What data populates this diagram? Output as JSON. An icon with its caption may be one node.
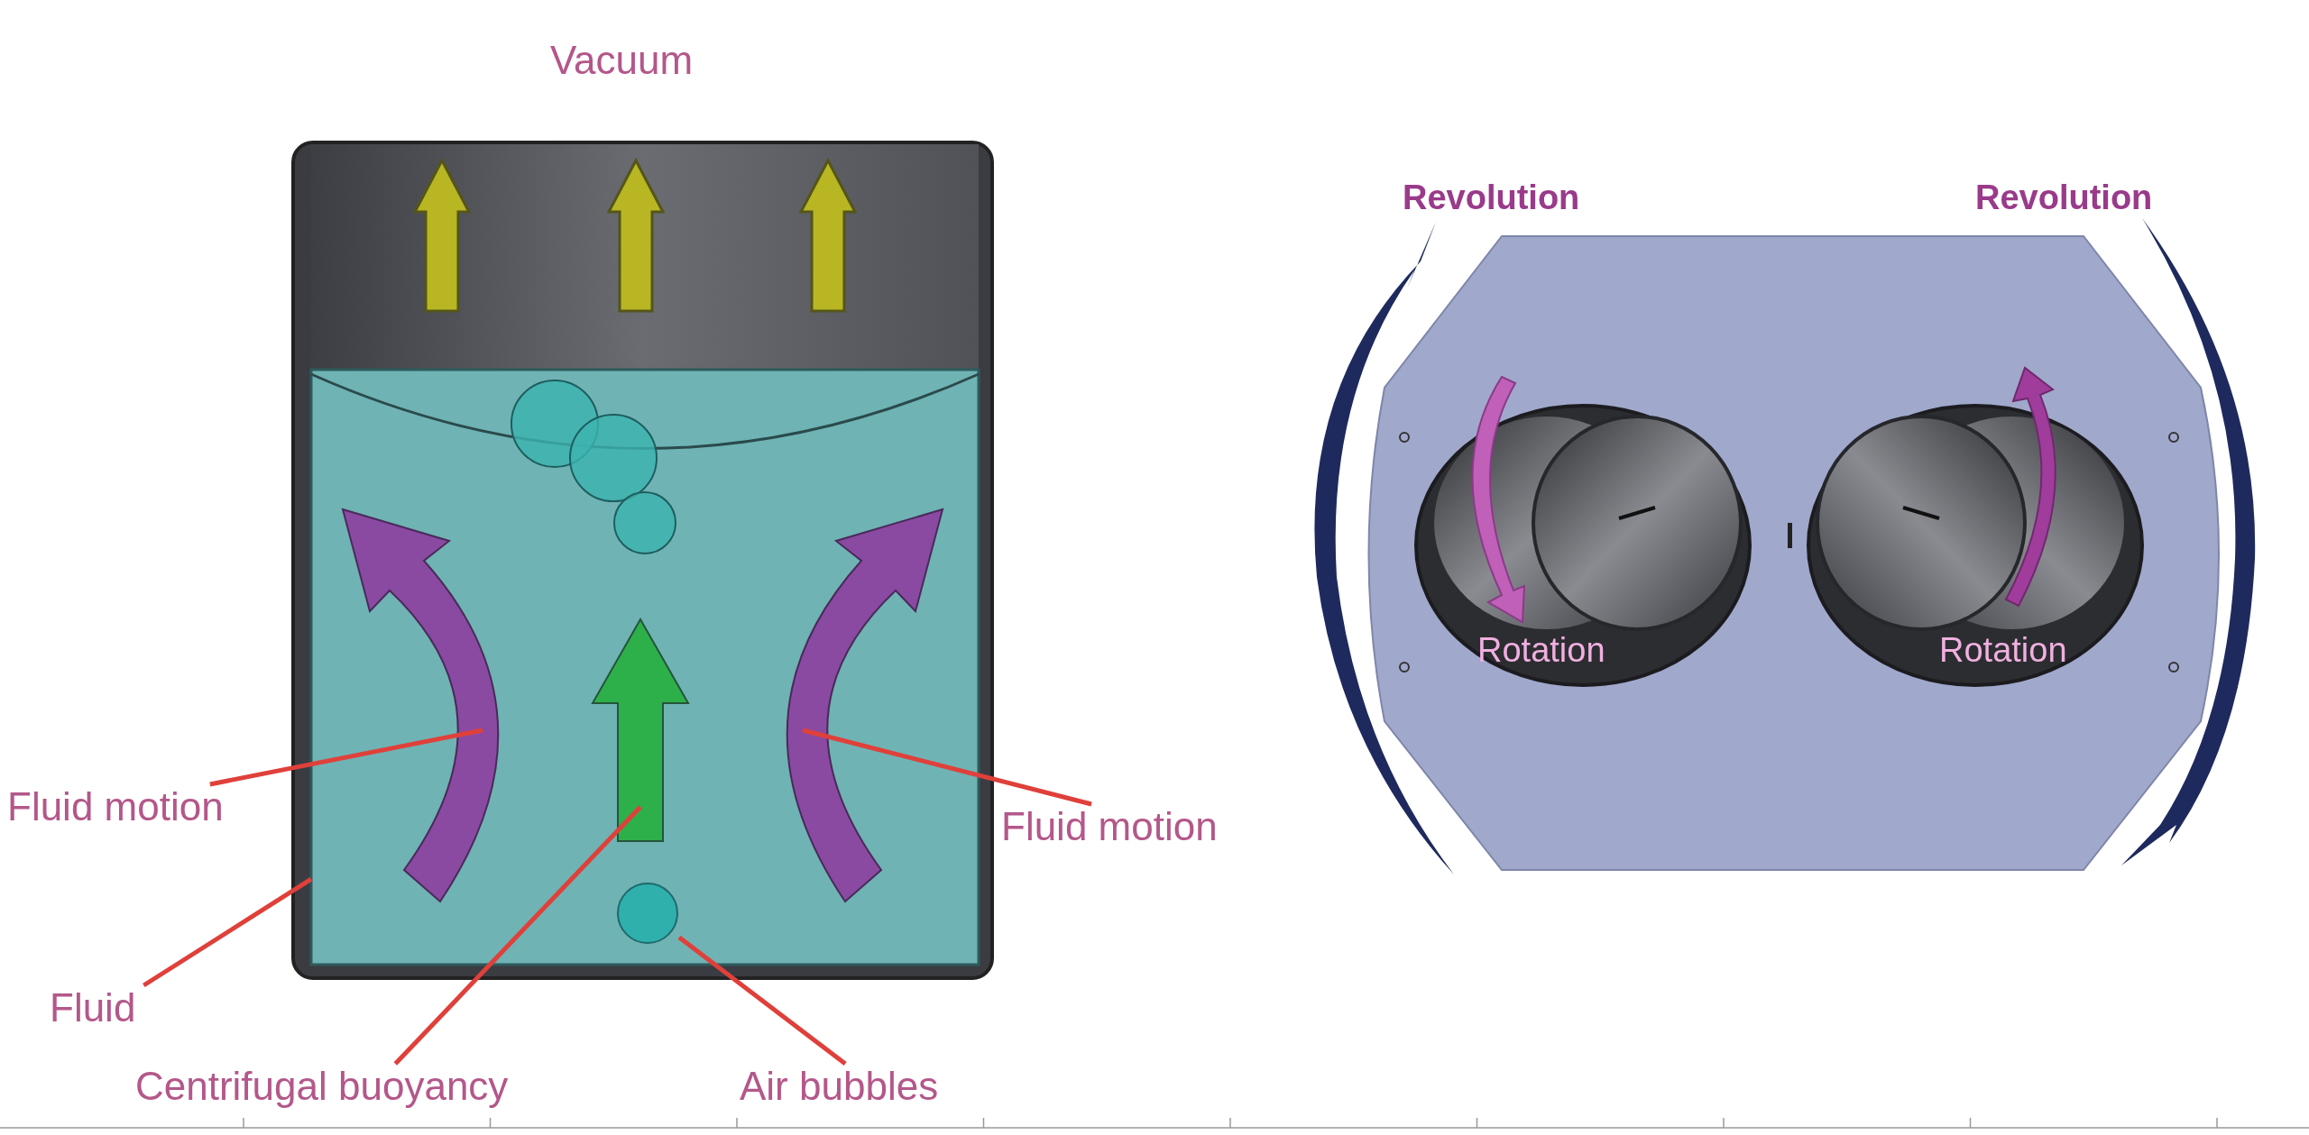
{
  "diagram": {
    "nodes": [
      {
        "text": [
          "Fluid motion"
        ]
      },
      {
        "text": [
          "Fluid"
        ]
      },
      {
        "text": [
          "Centrifugal buoyancy"
        ]
      },
      {
        "text": [
          "Air bubbles"
        ]
      },
      {
        "text": [
          "Fluid motion"
        ]
      },
      {
        "text": [],
        "shape": "arrow",
        "in": 6
      },
      {
        "text": [],
        "shape": "box"
      },
      {
        "text": [],
        "shape": "arrow",
        "in": 6
      },
      {
        "text": [],
        "shape": "circle",
        "in": 6
      },
      {
        "text": [],
        "shape": "arrow",
        "in": 6
      }
    ],
    "edges": [
      {
        "from": 0,
        "to": 5,
        "arrow": "none"
      },
      {
        "from": 1,
        "to": 6,
        "arrow": "none"
      },
      {
        "from": 2,
        "to": 7,
        "arrow": "none"
      },
      {
        "from": 3,
        "to": 8,
        "arrow": "none"
      },
      {
        "from": 4,
        "to": 9,
        "arrow": "none"
      }
    ],
    "labels": [
      "Vacuum",
      "Revolution",
      "Revolution",
      "Rotation",
      "Rotation"
    ]
  }
}
